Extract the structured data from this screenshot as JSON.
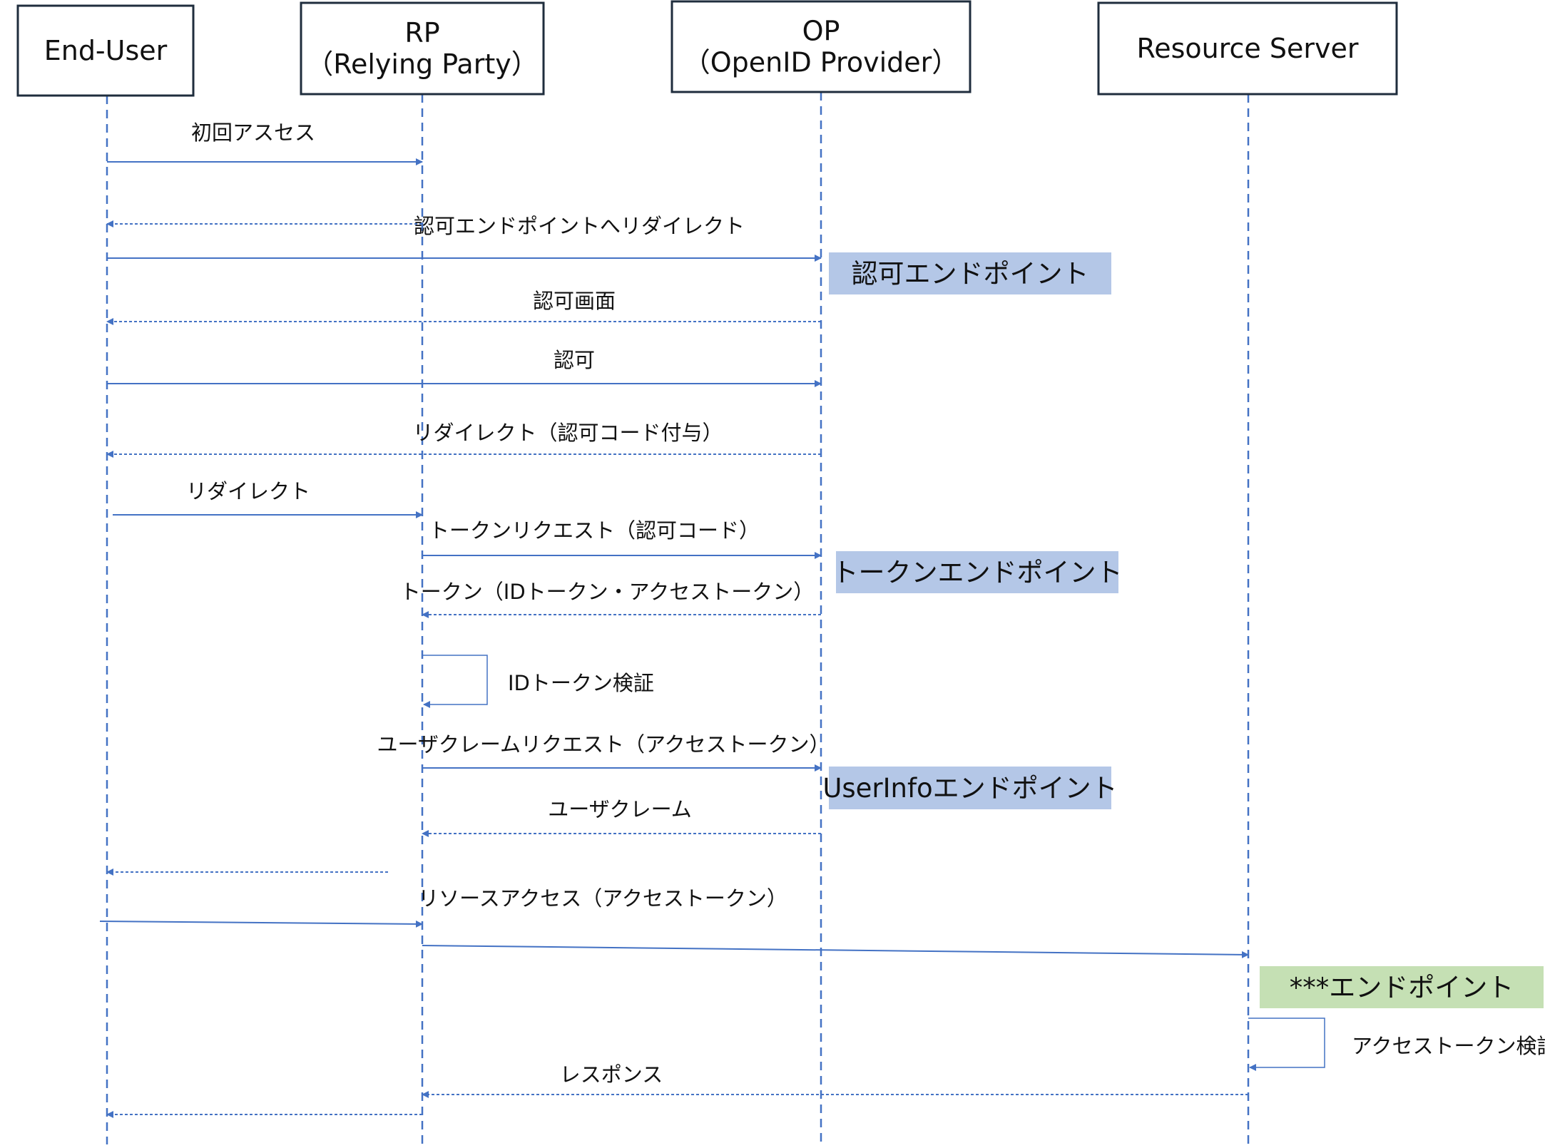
{
  "participants": [
    {
      "id": "enduser",
      "lines": [
        "End-User"
      ]
    },
    {
      "id": "rp",
      "lines": [
        "RP",
        "（Relying Party）"
      ]
    },
    {
      "id": "op",
      "lines": [
        "OP",
        "（OpenID Provider）"
      ]
    },
    {
      "id": "rs",
      "lines": [
        "Resource Server"
      ]
    }
  ],
  "messages": [
    {
      "label": "初回アスセス",
      "from": "enduser",
      "to": "rp",
      "style": "solid"
    },
    {
      "label": "認可エンドポイントへリダイレクト",
      "from": "rp",
      "to": "enduser",
      "style": "dashed"
    },
    {
      "label": "",
      "from": "enduser",
      "to": "op",
      "style": "solid"
    },
    {
      "label": "認可画面",
      "from": "op",
      "to": "enduser",
      "style": "dashed"
    },
    {
      "label": "認可",
      "from": "enduser",
      "to": "op",
      "style": "solid"
    },
    {
      "label": "リダイレクト（認可コード付与）",
      "from": "op",
      "to": "enduser",
      "style": "dashed"
    },
    {
      "label": "リダイレクト",
      "from": "enduser",
      "to": "rp",
      "style": "solid"
    },
    {
      "label": "トークンリクエスト（認可コード）",
      "from": "rp",
      "to": "op",
      "style": "solid"
    },
    {
      "label": "トークン（IDトークン・アクセストークン）",
      "from": "op",
      "to": "rp",
      "style": "dashed"
    },
    {
      "label": "IDトークン検証",
      "from": "rp",
      "to": "rp",
      "style": "self"
    },
    {
      "label": "ユーザクレームリクエスト（アクセストークン）",
      "from": "rp",
      "to": "op",
      "style": "solid"
    },
    {
      "label": "ユーザクレーム",
      "from": "op",
      "to": "rp",
      "style": "dashed"
    },
    {
      "label": "",
      "from": "rp",
      "to": "enduser",
      "style": "dashed"
    },
    {
      "label": "リソースアクセス（アクセストークン）",
      "from": "enduser",
      "to": "rp",
      "style": "solid"
    },
    {
      "label": "",
      "from": "rp",
      "to": "rs",
      "style": "solid"
    },
    {
      "label": "アクセストークン検証",
      "from": "rs",
      "to": "rs",
      "style": "self"
    },
    {
      "label": "レスポンス",
      "from": "rs",
      "to": "rp",
      "style": "dashed"
    },
    {
      "label": "",
      "from": "rp",
      "to": "enduser",
      "style": "dashed"
    }
  ],
  "notes": [
    {
      "label": "認可エンドポイント",
      "color": "#b4c7e7"
    },
    {
      "label": "トークンエンドポイント",
      "color": "#b4c7e7"
    },
    {
      "label": "UserInfoエンドポイント",
      "color": "#b4c7e7"
    },
    {
      "label": "***エンドポイント",
      "color": "#c5e0b4"
    }
  ],
  "colors": {
    "line": "#4472c4",
    "box_border": "#1f2d3d"
  }
}
